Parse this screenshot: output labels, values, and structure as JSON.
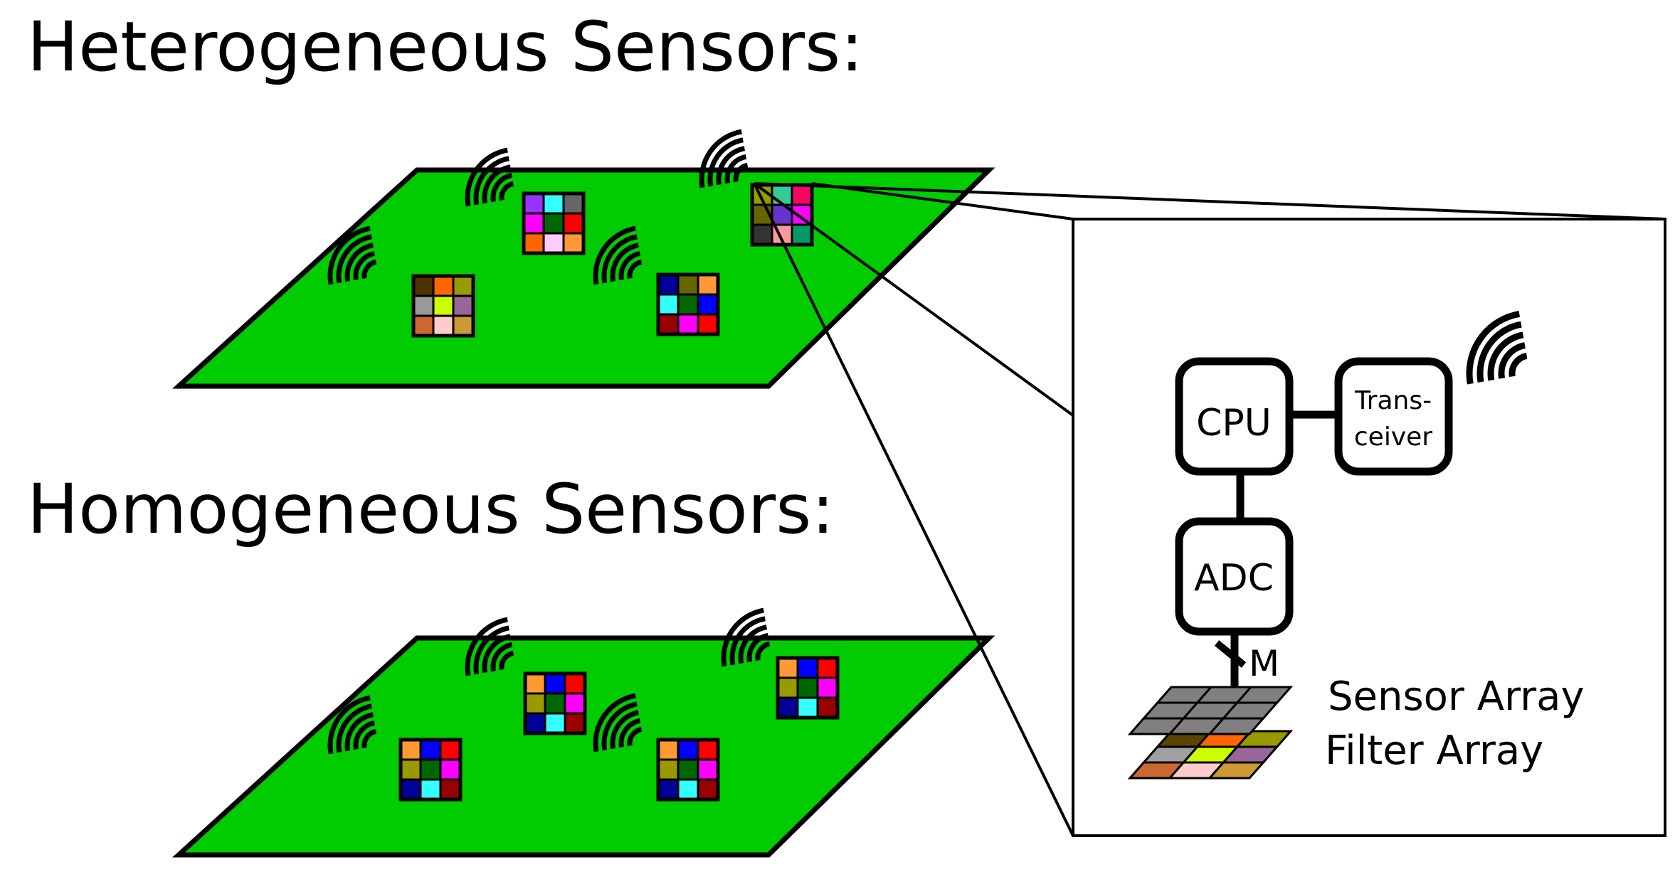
{
  "headings": {
    "heterogeneous": "Heterogeneous Sensors:",
    "homogeneous": "Homogeneous Sensors:"
  },
  "detail": {
    "cpu": "CPU",
    "transceiver_line1": "Trans-",
    "transceiver_line2": "ceiver",
    "adc": "ADC",
    "bus_width": "M",
    "sensor_array": "Sensor Array",
    "filter_array": "Filter Array"
  },
  "colors": {
    "field": "#00cc00",
    "outline": "#000000",
    "sensor_cell": "#808080"
  },
  "heterogeneous_filters": [
    [
      "#9933ff",
      "#33ffff",
      "#666666",
      "#ff00ff",
      "#006600",
      "#ff0000",
      "#ff6600",
      "#ffccff",
      "#ff9933"
    ],
    [
      "#4d3300",
      "#ff6600",
      "#999900",
      "#999999",
      "#ccff00",
      "#996699",
      "#cc6633",
      "#ffcccc",
      "#cc9933"
    ],
    [
      "#000099",
      "#666600",
      "#ff9933",
      "#33ffff",
      "#006600",
      "#0000ff",
      "#990000",
      "#ff00ff",
      "#ff0000"
    ],
    [
      "#999900",
      "#33cc99",
      "#ff0066",
      "#666600",
      "#6633cc",
      "#ff00ff",
      "#333333",
      "#ff9999",
      "#009966"
    ]
  ],
  "homogeneous_filters": [
    "#ff9933",
    "#0000ff",
    "#ff0000",
    "#999900",
    "#006600",
    "#ff00ff",
    "#000099",
    "#33ffff",
    "#990000"
  ],
  "filter_array_colors": [
    "#5c4400",
    "#ff6600",
    "#999900",
    "#a0a0a0",
    "#ccff00",
    "#996699",
    "#cc6633",
    "#ffcccc",
    "#cc9933"
  ]
}
